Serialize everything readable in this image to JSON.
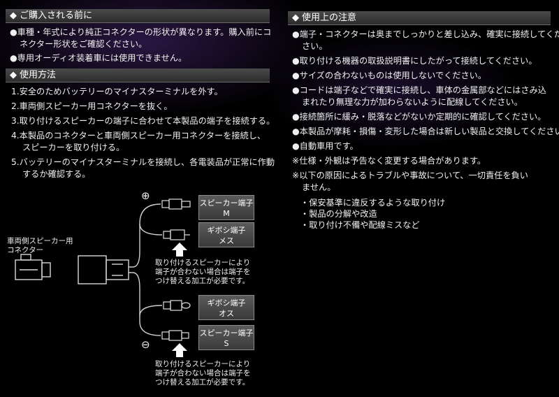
{
  "sections": {
    "before_purchase": {
      "title": "ご購入される前に",
      "items": [
        [
          "●車種・年式により純正コネクターの形状が異なります。購入前にコ",
          "ネクター形状をご確認ください。"
        ],
        [
          "●専用オーディオ装着車には使用できません。"
        ]
      ]
    },
    "usage": {
      "title": "使用方法",
      "steps": [
        [
          "1.安全のためバッテリーのマイナスターミナルを外す。"
        ],
        [
          "2.車両側スピーカー用コネクターを抜く。"
        ],
        [
          "3.取り付けるスピーカーの端子に合わせて本製品の端子を接続する。"
        ],
        [
          "4.本製品のコネクターと車両側スピーカー用コネクターを接続し、",
          "スピーカーを取り付ける。"
        ],
        [
          "5.バッテリーのマイナスターミナルを接続し、各電装品が正常に作動",
          "するか確認する。"
        ]
      ]
    },
    "cautions": {
      "title": "使用上の注意",
      "items": [
        [
          "●端子・コネクターは奥までしっかりと差し込み、確実に接続してくだ",
          "さい。"
        ],
        [
          "●取り付ける機器の取扱説明書にしたがって接続してください。"
        ],
        [
          "●サイズの合わないものは使用しないでください。"
        ],
        [
          "●コードは端子などで確実に接続し、車体の金属部などにはさみ込",
          "まれたり無理な力が加わらないように配線してください。"
        ],
        [
          "●接続箇所に緩み・脱落などがないか定期的に確認してください。"
        ],
        [
          "●本製品が摩耗・損傷・変形した場合は新しい製品と交換してください。"
        ],
        [
          "●自動車用です。"
        ],
        [
          "※仕様・外観は予告なく変更する場合があります。"
        ],
        [
          "※以下の原因によるトラブルや事故について、一切責任を負い",
          "ません。"
        ]
      ],
      "sub_items": [
        "・保安基準に違反するような取り付け",
        "・製品の分解や改造",
        "・取り付け不備や配線ミスなど"
      ]
    }
  },
  "diagram": {
    "vehicle_connector_label": [
      "車両側スピーカー用",
      "コネクター"
    ],
    "plus_symbol": "⊕",
    "minus_symbol": "⊖",
    "terminals": [
      [
        "スピーカー端子",
        "M"
      ],
      [
        "ギボシ端子",
        "メス"
      ],
      [
        "ギボシ端子",
        "オス"
      ],
      [
        "スピーカー端子",
        "S"
      ]
    ],
    "note_top": [
      "取り付けるスピーカーにより",
      "端子が合わない場合は端子を",
      "つけ替える加工が必要です。"
    ],
    "note_bottom": [
      "取り付けるスピーカーにより",
      "端子が合わない場合は端子を",
      "つけ替える加工が必要です。"
    ]
  },
  "colors": {
    "background": "#000000",
    "header": "#3a3a3a",
    "text": "#f2f2f2"
  }
}
